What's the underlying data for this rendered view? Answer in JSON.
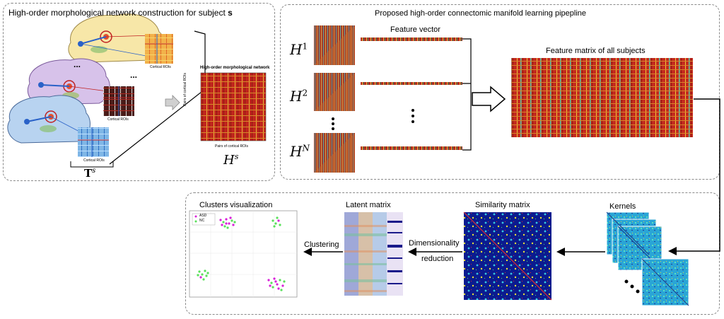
{
  "panels": {
    "left_title_prefix": "High-order morphological network construction for subject ",
    "left_title_symbol": "s",
    "pipeline_title": "Proposed high-order connectomic manifold learning pipepline"
  },
  "left": {
    "hs_title": "High-order morphological network",
    "hs_ylabel": "Pairs of cortical ROIs",
    "hs_xlabel": "Pairs of cortical ROIs",
    "roi_label": "Cortical ROIs",
    "ts_symbol": "T",
    "ts_sup": "s",
    "hs_symbol": "H",
    "hs_sup": "s",
    "dots": "..."
  },
  "pipeline": {
    "feature_vector": "Feature vector",
    "feature_matrix": "Feature matrix of all subjects",
    "h_rows": [
      {
        "sym": "H",
        "sup": "1"
      },
      {
        "sym": "H",
        "sup": "2"
      },
      {
        "sym": "H",
        "sup": "N"
      }
    ]
  },
  "bottom": {
    "clusters_title": "Clusters visualization",
    "legend": [
      {
        "label": "ASD",
        "color": "#d81fd8"
      },
      {
        "label": "NC",
        "color": "#59e05a"
      }
    ],
    "latent_title": "Latent matrix",
    "similarity_title": "Similarity matrix",
    "kernels_title": "Kernels",
    "clustering_label": "Clustering",
    "dim_red_line1": "Dimensionality",
    "dim_red_line2": "reduction"
  },
  "colors": {
    "heat_red": "#c0261d",
    "heat_yellow": "#f0d23c",
    "teal": "#57c7b0",
    "navy": "#0a1a8c",
    "panel_border": "#8a8a8a"
  }
}
